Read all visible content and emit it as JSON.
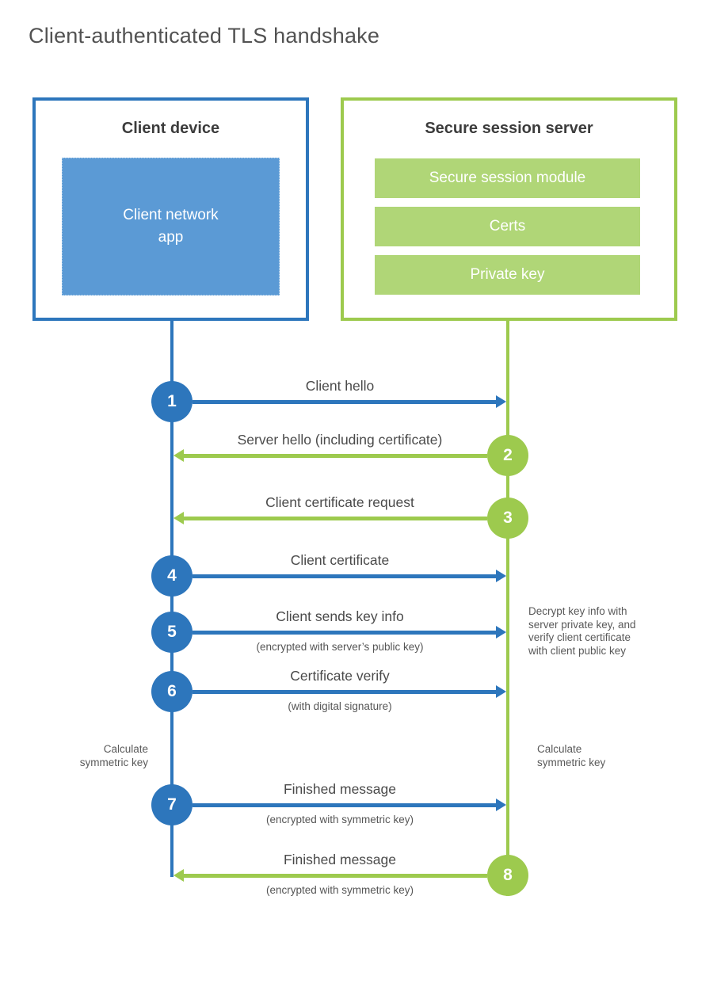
{
  "title": "Client-authenticated TLS handshake",
  "client": {
    "title": "Client device",
    "app_label": "Client network app"
  },
  "server": {
    "title": "Secure session server",
    "modules": [
      "Secure session module",
      "Certs",
      "Private key"
    ]
  },
  "messages": [
    {
      "step": "1",
      "from": "client",
      "label": "Client hello",
      "sub": ""
    },
    {
      "step": "2",
      "from": "server",
      "label": "Server hello (including certificate)",
      "sub": ""
    },
    {
      "step": "3",
      "from": "server",
      "label": "Client certificate request",
      "sub": ""
    },
    {
      "step": "4",
      "from": "client",
      "label": "Client certificate",
      "sub": ""
    },
    {
      "step": "5",
      "from": "client",
      "label": "Client sends key info",
      "sub": "(encrypted with server’s public key)"
    },
    {
      "step": "6",
      "from": "client",
      "label": "Certificate verify",
      "sub": "(with digital signature)"
    },
    {
      "step": "7",
      "from": "client",
      "label": "Finished message",
      "sub": "(encrypted with symmetric key)"
    },
    {
      "step": "8",
      "from": "server",
      "label": "Finished message",
      "sub": "(encrypted with symmetric key)"
    }
  ],
  "notes": {
    "decrypt": [
      "Decrypt key info with",
      "server private key, and",
      "verify client certificate",
      "with client public key"
    ],
    "calc_left": [
      "Calculate",
      "symmetric key"
    ],
    "calc_right": [
      "Calculate",
      "symmetric key"
    ]
  },
  "colors": {
    "blue": "#2d76bc",
    "blue_fill": "#5b9ad5",
    "green": "#9dca4e",
    "green_fill": "#b0d677"
  }
}
